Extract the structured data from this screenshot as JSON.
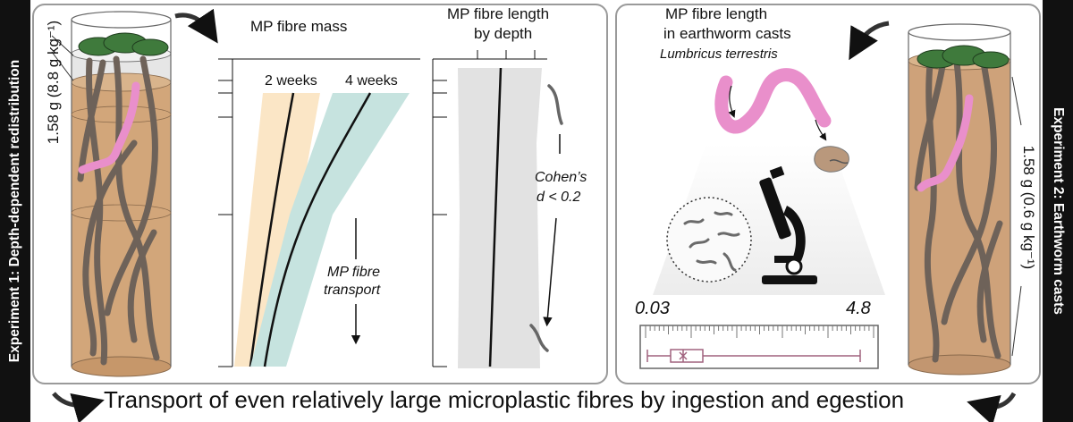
{
  "experiment1": {
    "label": "Experiment 1: Depth-dependent redistribution",
    "dose": "1.58 g (8.8 g kg⁻¹)"
  },
  "experiment2": {
    "label": "Experiment 2: Earthworm casts",
    "dose": "1.58 g (0.6 g kg⁻¹)"
  },
  "mass_panel": {
    "title": "MP fibre mass",
    "series_2w": "2 weeks",
    "series_4w": "4 weeks",
    "arrow_line1": "MP fibre",
    "arrow_line2": "transport"
  },
  "length_panel": {
    "title_line1": "MP fibre length",
    "title_line2": "by depth",
    "effect_line1": "Cohen’s",
    "effect_line2": "d < 0.2"
  },
  "casts_panel": {
    "title_line1": "MP fibre length",
    "title_line2": "in earthworm casts",
    "species": "Lumbricus terrestris",
    "range_min": "0.03",
    "range_max": "4.8"
  },
  "caption": "Transport of even relatively large microplastic fibres by ingestion and egestion",
  "colors": {
    "soil": "#d2a67a",
    "root": "#6e6259",
    "worm": "#e98fcb",
    "band_2w": "#fbe6c6",
    "band_4w": "#c6e3df",
    "band_len": "#e2e2e2"
  }
}
